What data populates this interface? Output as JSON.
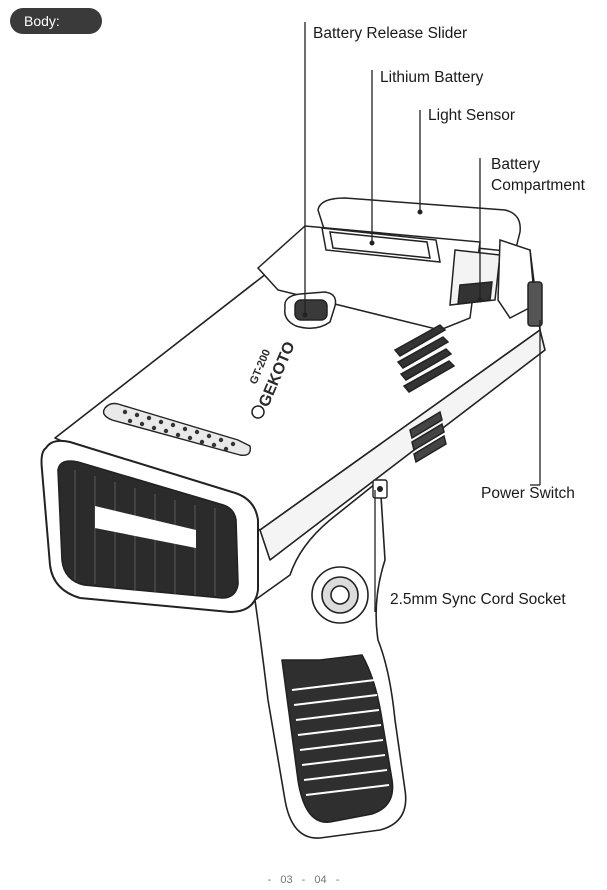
{
  "section_badge": "Body:",
  "labels": {
    "battery_release_slider": "Battery Release Slider",
    "lithium_battery": "Lithium Battery",
    "light_sensor": "Light Sensor",
    "battery_compartment_line1": "Battery",
    "battery_compartment_line2": "Compartment",
    "power_switch": "Power Switch",
    "sync_cord_socket": "2.5mm Sync Cord Socket"
  },
  "device_branding": {
    "model": "GT-200",
    "brand": "GEKOTO"
  },
  "footer": {
    "page_left": "03",
    "page_right": "04",
    "separator": "-"
  }
}
